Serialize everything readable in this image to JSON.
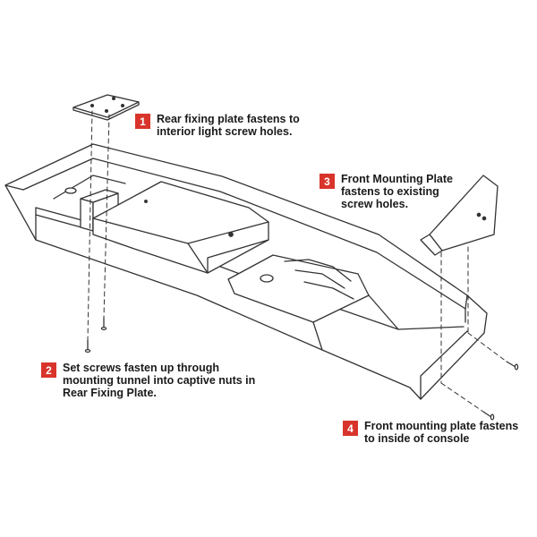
{
  "callouts": [
    {
      "number": "1",
      "lines": [
        "Rear fixing plate fastens to",
        "interior light screw holes."
      ]
    },
    {
      "number": "2",
      "lines": [
        "Set screws fasten up through",
        "mounting tunnel into captive nuts in",
        "Rear Fixing Plate."
      ]
    },
    {
      "number": "3",
      "lines": [
        "Front Mounting Plate",
        "fastens to existing",
        "screw holes."
      ]
    },
    {
      "number": "4",
      "lines": [
        "Front mounting plate fastens",
        "to inside of console"
      ]
    }
  ],
  "colors": {
    "badge": "#d9342b",
    "line": "#333333",
    "fill": "#ffffff",
    "text": "#1a1a1a"
  }
}
